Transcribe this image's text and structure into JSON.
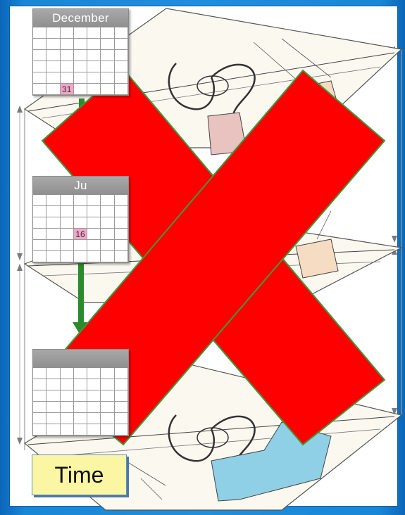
{
  "calendars": {
    "top": {
      "month": "December",
      "day": "31"
    },
    "middle": {
      "month": "Ju",
      "day": "16"
    },
    "bottom": {
      "month": "",
      "day": ""
    }
  },
  "time_label": "Time",
  "colors": {
    "slide_border": "#1f8edc",
    "cross": "#ff0000",
    "cross_edge": "#3c9a3c",
    "arrow": "#2b8a2b",
    "highlight_day": "#f3a6c8",
    "parcel_pink": "#e8c3bf",
    "parcel_peach": "#f7dcc4",
    "parcel_blue": "#8fd0e6",
    "time_box": "#fbf6a3"
  }
}
